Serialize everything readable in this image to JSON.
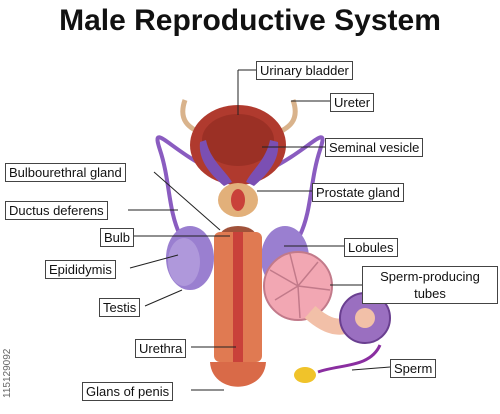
{
  "title": "Male Reproductive System",
  "labels": {
    "urinary_bladder": "Urinary bladder",
    "ureter": "Ureter",
    "seminal_vesicle": "Seminal vesicle",
    "bulbourethral_gland": "Bulbourethral gland",
    "prostate_gland": "Prostate gland",
    "ductus_deferens": "Ductus deferens",
    "bulb": "Bulb",
    "lobules": "Lobules",
    "epididymis": "Epididymis",
    "sperm_producing_tubes_line1": "Sperm-producing",
    "sperm_producing_tubes_line2": "tubes",
    "testis": "Testis",
    "urethra": "Urethra",
    "sperm": "Sperm",
    "glans_of_penis": "Glans of penis"
  },
  "watermark": "115129092",
  "colors": {
    "bladder": "#b03a2e",
    "vesicle": "#7b4fb3",
    "prostate": "#e2b07a",
    "shaft": "#e07a52",
    "urethra": "#c9413a",
    "testis": "#9a7fd0",
    "duct": "#8a5cc0",
    "ureter": "#d9b38c",
    "sperm": "#f0c32a"
  }
}
